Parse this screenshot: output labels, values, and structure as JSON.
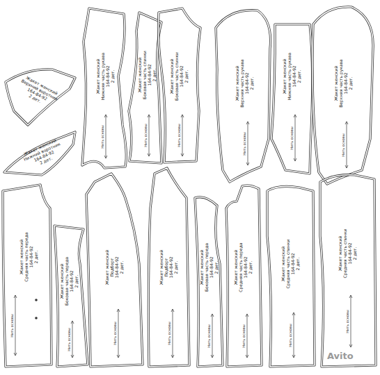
{
  "diagram": {
    "nodes": [
      {
        "text": [
          "Жакет женский",
          "Верхний воротник",
          "164-84-92",
          "2 дет."
        ]
      },
      {
        "text": [
          "Жакет женский",
          "Нижний воротник",
          "164-84-92",
          "2 дет."
        ]
      },
      {
        "text": [
          "Жакет женский",
          "Нижняя часть рукава",
          "164-84-92",
          "2 дет.",
          "Нить основы"
        ]
      },
      {
        "text": [
          "Жакет женский",
          "Боковая часть спинки",
          "164-84-92",
          "2 дет.",
          "Нить основы"
        ]
      },
      {
        "text": [
          "Жакет женский",
          "Боковая часть спинки",
          "164-84-92",
          "2 дет.",
          "Нить основы"
        ]
      },
      {
        "text": [
          "Жакет женский",
          "Верхняя часть рукава",
          "164-84-92",
          "2 дет.",
          "Нить основы"
        ]
      },
      {
        "text": [
          "Жакет женский",
          "Нижняя часть рукава",
          "164-84-92",
          "2 дет.",
          "Нить основы"
        ]
      },
      {
        "text": [
          "Жакет женский",
          "Верхняя часть рукава",
          "164-84-92",
          "2 дет.",
          "Нить основы"
        ]
      },
      {
        "text": [
          "Жакет женский",
          "Средняя часть переда",
          "164-84-92",
          "2 дет.",
          "Нить основы"
        ]
      },
      {
        "text": [
          "Жакет женский",
          "Боковая часть переда",
          "164-84-92",
          "2 дет.",
          "Нить основы"
        ]
      },
      {
        "text": [
          "Жакет женский",
          "Подборт",
          "164-84-92",
          "2 дет.",
          "Нить основы"
        ]
      },
      {
        "text": [
          "Жакет женский",
          "Подборт",
          "164-84-92",
          "2 дет.",
          "Нить основы"
        ]
      },
      {
        "text": [
          "Жакет женский",
          "Боковая часть переда",
          "164-84-92",
          "2 дет.",
          "Нить основы"
        ]
      },
      {
        "text": [
          "Жакет женский",
          "Средняя часть переда",
          "164-84-92",
          "2 дет.",
          "Нить основы"
        ]
      },
      {
        "text": [
          "Жакет женский",
          "Средняя часть спинки",
          "164-84-92",
          "2 дет.",
          "Нить основы"
        ]
      },
      {
        "text": [
          "Жакет женский",
          "Средняя часть спинки",
          "164-84-92",
          "2 дет.",
          "Нить основы"
        ]
      }
    ],
    "labels": [
      "Avito"
    ]
  }
}
